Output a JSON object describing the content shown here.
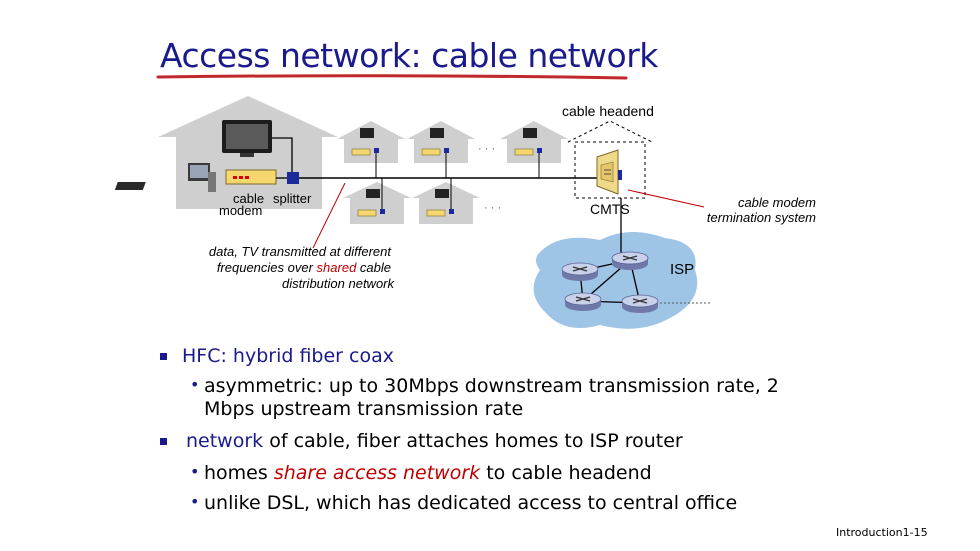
{
  "title": "Access network: cable network",
  "labels": {
    "cable_headend": "cable headend",
    "cable": "cable",
    "modem": "modem",
    "splitter": "splitter",
    "cmts": "CMTS",
    "cmts_desc_line1": "cable modem",
    "cmts_desc_line2": "termination system",
    "isp": "ISP",
    "ellipsis1": "· · ·",
    "ellipsis2": "· · ·"
  },
  "annotation": {
    "line1": "data, TV transmitted at different",
    "line2_pre": "frequencies over ",
    "line2_red": "shared",
    "line2_post": " cable",
    "line3": "distribution network"
  },
  "bullets": {
    "b1": "HFC: hybrid fiber coax",
    "b1_sub1_line1": "asymmetric: up to 30Mbps downstream transmission rate, 2",
    "b1_sub1_line2": "Mbps upstream transmission rate",
    "b2_blue": "network",
    "b2_rest": " of cable, fiber attaches homes to ISP router",
    "b2_sub1_pre": "homes ",
    "b2_sub1_red": "share access network",
    "b2_sub1_post": " to cable headend",
    "b2_sub2": "unlike DSL, which has dedicated access to central office"
  },
  "footer": "Introduction1-15",
  "colors": {
    "title": "#1a1a8c",
    "underline": "#c0282d",
    "house": "#cfcfcf",
    "accent_red": "#c00000",
    "cloud": "#9ec4e6"
  }
}
